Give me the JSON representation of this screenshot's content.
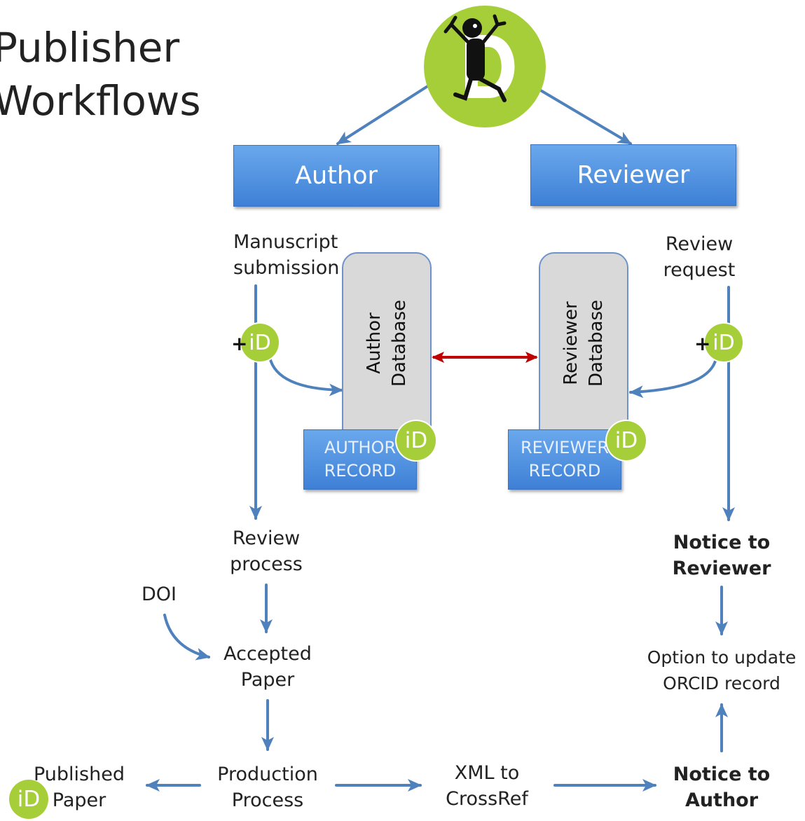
{
  "title_lines": [
    "Publisher",
    "Workflows"
  ],
  "boxes": {
    "author": "Author",
    "reviewer": "Reviewer"
  },
  "databases": {
    "author": [
      "Author",
      "Database"
    ],
    "reviewer": [
      "Reviewer",
      "Database"
    ]
  },
  "records": {
    "author": [
      "AUTHOR",
      "RECORD"
    ],
    "reviewer": [
      "REVIEWER",
      "RECORD"
    ]
  },
  "id_glyph": "iD",
  "plus_glyph": "+",
  "labels": {
    "manuscript_submission": [
      "Manuscript",
      "submission"
    ],
    "review_request": [
      "Review",
      "request"
    ],
    "review_process": [
      "Review",
      "process"
    ],
    "doi": "DOI",
    "accepted_paper": [
      "Accepted",
      "Paper"
    ],
    "production_process": [
      "Production",
      "Process"
    ],
    "published_paper": [
      "Published",
      "Paper"
    ],
    "xml_crossref": [
      "XML to",
      "CrossRef"
    ],
    "notice_author": [
      "Notice to",
      "Author"
    ],
    "notice_reviewer": [
      "Notice to",
      "Reviewer"
    ],
    "option_update": [
      "Option to update",
      "ORCID record"
    ]
  },
  "colors": {
    "arrow": "#4f81bd",
    "link_arrow": "#c00000",
    "orcid_green": "#a6ce39",
    "box_blue": "#4a8fe0",
    "database_gray": "#d9d9d9"
  }
}
